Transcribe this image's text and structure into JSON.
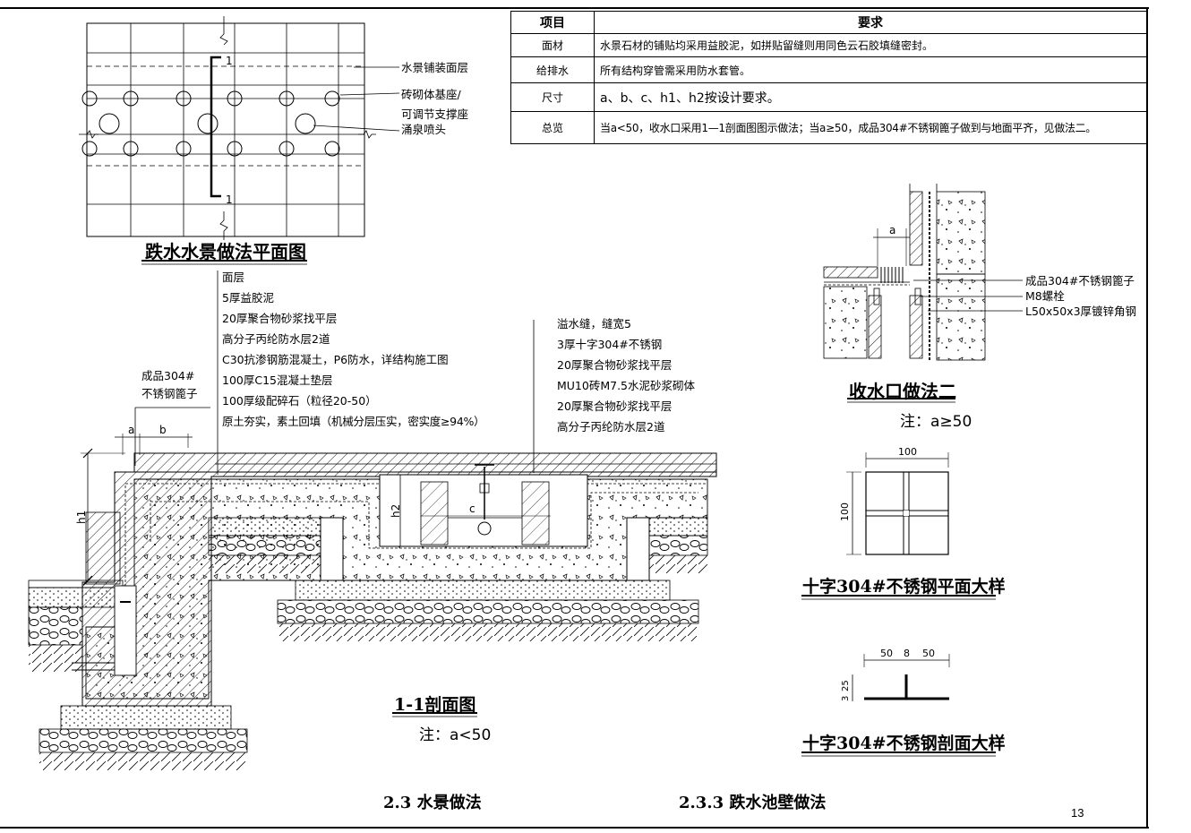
{
  "plan": {
    "title": "跌水水景做法平面图",
    "labels": [
      "水景铺装面层",
      "砖砌体基座/",
      "可调节支撑座",
      "涌泉喷头"
    ],
    "section_mark_top": "1",
    "section_mark_bottom": "1"
  },
  "table": {
    "header": [
      "项目",
      "要求"
    ],
    "rows": [
      [
        "面材",
        "水景石材的铺贴均采用益胶泥，如拼贴留缝则用同色云石胶填缝密封。"
      ],
      [
        "给排水",
        "所有结构穿管需采用防水套管。"
      ],
      [
        "尺寸",
        "a、b、c、h1、h2按设计要求。"
      ],
      [
        "总览",
        "当a<50，收水口采用1—1剖面图图示做法；当a≥50，成品304#不锈钢篦子做到与地面平齐，见做法二。"
      ]
    ]
  },
  "section": {
    "title": "1-1剖面图",
    "note": "注：a<50",
    "layers_left": [
      "面层",
      "5厚益胶泥",
      "20厚聚合物砂浆找平层",
      "高分子丙纶防水层2道",
      "C30抗渗钢筋混凝土，P6防水，详结构施工图",
      "100厚C15混凝土垫层",
      "100厚级配碎石（粒径20-50）",
      "原土夯实，素土回填（机械分层压实，密实度≥94%）"
    ],
    "layers_right": [
      "溢水缝，缝宽5",
      "3厚十字304#不锈钢",
      "20厚聚合物砂浆找平层",
      "MU10砖M7.5水泥砂浆砌体",
      "20厚聚合物砂浆找平层",
      "高分子丙纶防水层2道"
    ],
    "grate_label": [
      "成品304#",
      "不锈钢篦子"
    ],
    "dims": {
      "a": "a",
      "b": "b",
      "c": "c",
      "h1": "h1",
      "h2": "h2"
    }
  },
  "drain": {
    "title": "收水口做法二",
    "note": "注：a≥50",
    "labels": [
      "成品304#不锈钢篦子",
      "M8螺栓",
      "L50x50x3厚镀锌角钢"
    ],
    "dim_a": "a"
  },
  "cross_plan": {
    "title": "十字304#不锈钢平面大样",
    "dim_w": "100",
    "dim_h": "100"
  },
  "cross_section": {
    "title": "十字304#不锈钢剖面大样",
    "dims": [
      "50",
      "8",
      "50"
    ],
    "dim_v": [
      "25",
      "3"
    ]
  },
  "footer": {
    "left": "2.3 水景做法",
    "right": "2.3.3 跌水池壁做法",
    "page": "13"
  }
}
